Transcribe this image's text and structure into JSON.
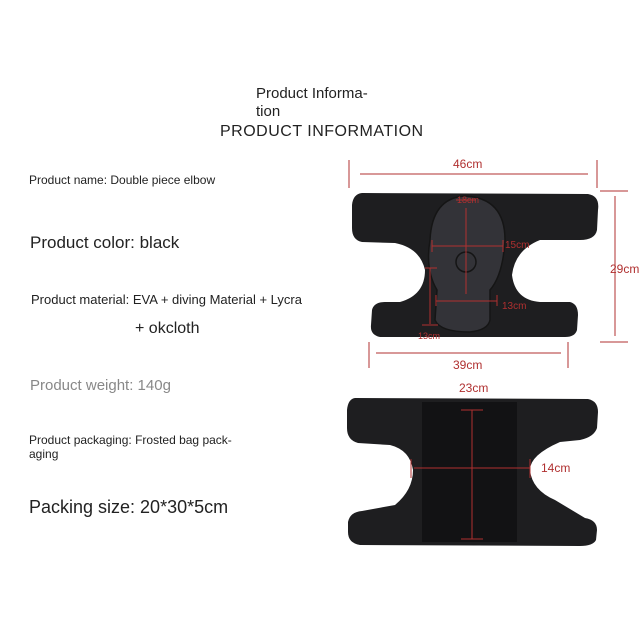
{
  "header": {
    "title_cn_line1": "Product Informa-",
    "title_cn_line2": "tion",
    "title": "PRODUCT INFORMATION"
  },
  "specs": {
    "name": "Product name: Double piece elbow",
    "color": "Product color: black",
    "material_line1": "Product material: EVA + diving Material + Lycra",
    "material_line2": "+ okcloth",
    "weight": "Product weight: 140g",
    "packaging_line1": "Product packaging: Frosted bag pack-",
    "packaging_line2": "aging",
    "packing_size": "Packing size: 20*30*5cm"
  },
  "dimensions": {
    "front": {
      "width_top": "46cm",
      "height": "29cm",
      "width_bottom": "39cm",
      "pad_top": "18cm",
      "pad_width": "15cm",
      "pad_lower_width": "13cm",
      "pad_lower_height": "13cm"
    },
    "back": {
      "height": "23cm",
      "width": "14cm"
    }
  },
  "colors": {
    "dimension_line": "#b03030",
    "pad": "#1e1e20"
  }
}
